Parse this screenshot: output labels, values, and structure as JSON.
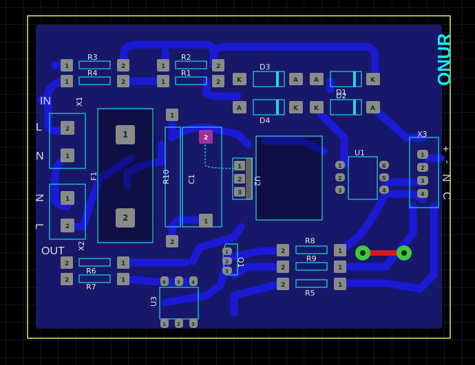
{
  "board_title": "ONUR",
  "colors": {
    "background": "#000000",
    "grid": "#2c2c2c",
    "copper_fill": "#18186a",
    "trace": "#1a1ad6",
    "silkscreen": "#22d8e8",
    "pad": "#8a8a8a",
    "pad_text": "#29e629",
    "board_outline": "#ecec5c",
    "jumper": "#d81818",
    "via": "#3ec83e"
  },
  "labels": {
    "in": "IN",
    "out": "OUT",
    "l_top": "L",
    "n_top": "N",
    "n_bot": "N",
    "l_bot": "L",
    "x1": "X1",
    "x2": "X2",
    "x3": "X3",
    "f1": "F1",
    "r1": "R1",
    "r2": "R2",
    "r3": "R3",
    "r4": "R4",
    "r5": "R5",
    "r6": "R6",
    "r7": "R7",
    "r8": "R8",
    "r9": "R9",
    "r10": "R10",
    "c1": "C1",
    "d1": "D1",
    "d2": "D2",
    "d3": "D3",
    "d4": "D4",
    "u1": "U1",
    "u2": "U2",
    "u3": "U3",
    "q1": "Q1",
    "plus": "+",
    "c_lbl": "C",
    "minus": "-",
    "x3_n": "N"
  },
  "pads": {
    "one": "1",
    "two": "2",
    "three": "3",
    "four": "4",
    "five": "5",
    "six": "6",
    "anode": "A",
    "cathode": "K"
  }
}
